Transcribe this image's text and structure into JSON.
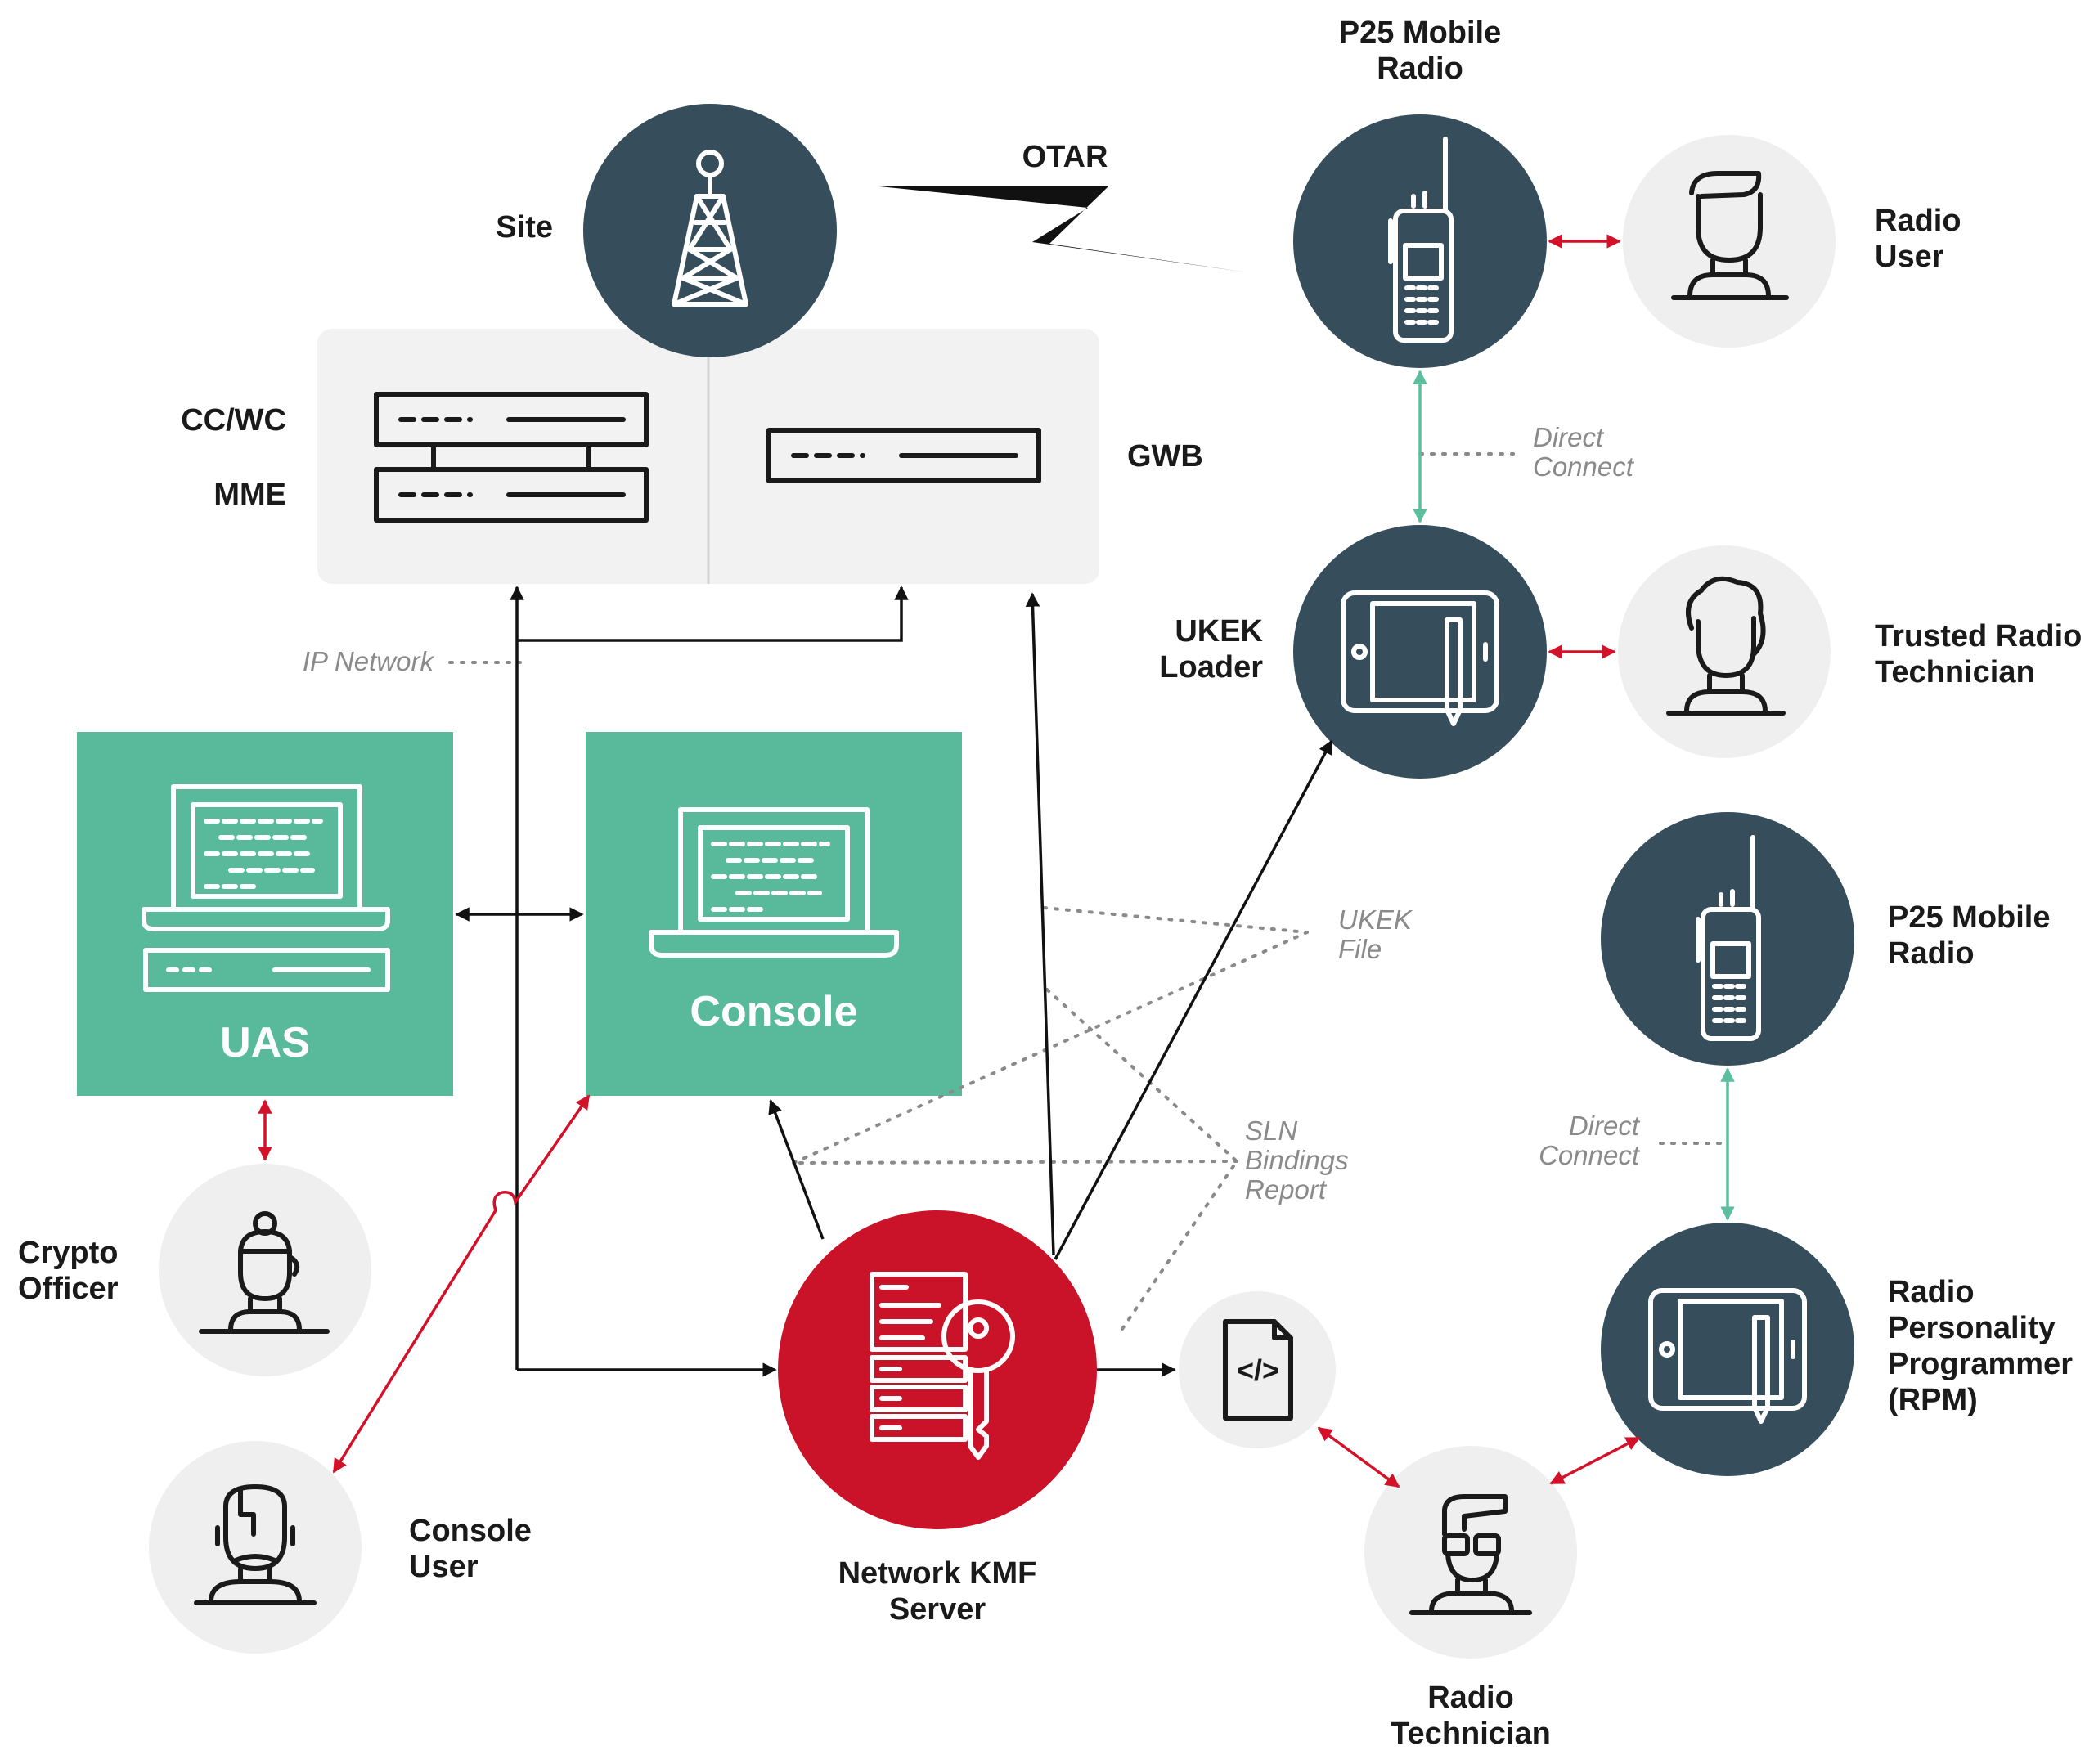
{
  "nodes": {
    "site": "Site",
    "otar": "OTAR",
    "p25_top": [
      "P25 Mobile",
      "Radio"
    ],
    "radio_user": [
      "Radio",
      "User"
    ],
    "cc_wc": "CC/WC",
    "mme": "MME",
    "gwb": "GWB",
    "ukek_loader": [
      "UKEK",
      "Loader"
    ],
    "trusted_radio_technician": [
      "Trusted Radio",
      "Technician"
    ],
    "uas": "UAS",
    "console": "Console",
    "crypto_officer": [
      "Crypto",
      "Officer"
    ],
    "console_user": [
      "Console",
      "User"
    ],
    "network_kmf_server": [
      "Network KMF",
      "Server"
    ],
    "p25_right": [
      "P25 Mobile",
      "Radio"
    ],
    "rpm": [
      "Radio",
      "Personality",
      "Programmer",
      "(RPM)"
    ],
    "radio_technician": [
      "Radio",
      "Technician"
    ]
  },
  "annotations": {
    "ip_network": "IP Network",
    "direct_connect_top": [
      "Direct",
      "Connect"
    ],
    "direct_connect_right": [
      "Direct",
      "Connect"
    ],
    "ukek_file": [
      "UKEK",
      "File"
    ],
    "sln_bindings_report": [
      "SLN",
      "Bindings",
      "Report"
    ],
    "file_icon_glyph": "</>"
  },
  "icons": {
    "site": "cell-tower-icon",
    "p25_radio": "handheld-radio-icon",
    "tablet": "tablet-pen-icon",
    "server_rack": "server-rack-icon",
    "laptop": "laptop-icon",
    "kmf": "server-key-icon",
    "file": "code-file-icon",
    "person": "person-icon"
  },
  "colors": {
    "dark_node": "#364d5c",
    "teal_box": "#58ba9b",
    "kmf_red": "#ca1228",
    "person_bg": "#efefef",
    "server_panel": "#f2f2f2",
    "red_arrow": "#d3122a",
    "green_arrow": "#5bbf9e",
    "black_arrow": "#111111",
    "dotted": "#8a8a8a"
  }
}
